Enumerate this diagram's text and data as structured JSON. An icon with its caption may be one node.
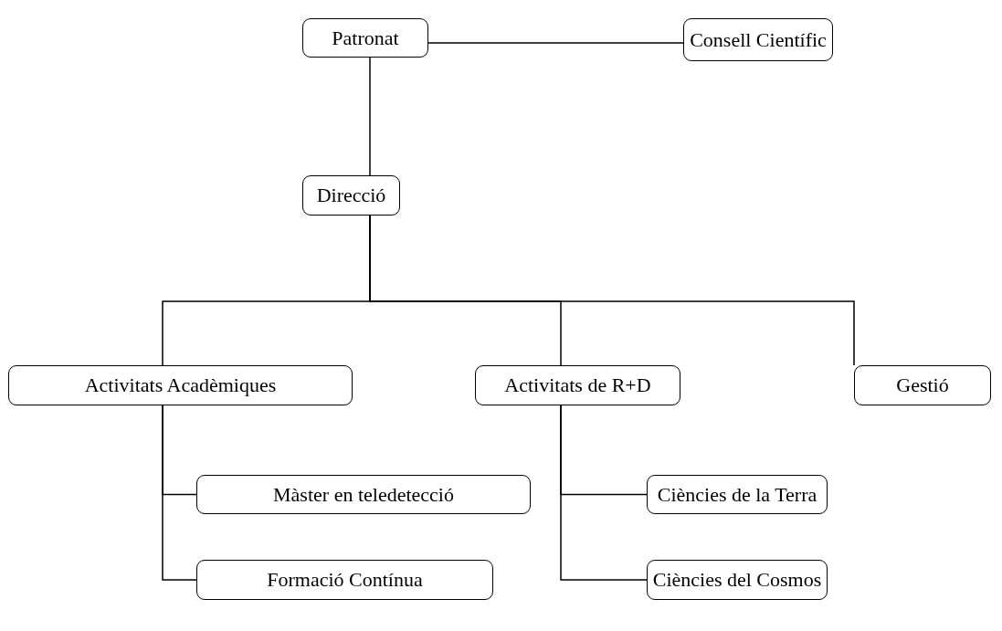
{
  "diagram": {
    "nodes": [
      {
        "text": [
          "Patronat"
        ]
      },
      {
        "text": [
          "Consell Científic"
        ]
      },
      {
        "text": [
          "Direcció"
        ]
      },
      {
        "text": [
          "Activitats Acadèmiques"
        ]
      },
      {
        "text": [
          "Activitats de R+D"
        ]
      },
      {
        "text": [
          "Gestió"
        ]
      },
      {
        "text": [
          "Màster en teledetecció"
        ]
      },
      {
        "text": [
          "Formació Contínua"
        ]
      },
      {
        "text": [
          "Ciències de la Terra"
        ]
      },
      {
        "text": [
          "Ciències del Cosmos"
        ]
      }
    ],
    "edges": [
      {
        "from": 0,
        "to": 1,
        "arrow": "none"
      },
      {
        "from": 0,
        "to": 2,
        "arrow": "none"
      },
      {
        "from": 2,
        "to": 3,
        "arrow": "none"
      },
      {
        "from": 2,
        "to": 4,
        "arrow": "none"
      },
      {
        "from": 2,
        "to": 5,
        "arrow": "none"
      },
      {
        "from": 3,
        "to": 6,
        "arrow": "none"
      },
      {
        "from": 3,
        "to": 7,
        "arrow": "none"
      },
      {
        "from": 4,
        "to": 8,
        "arrow": "none"
      },
      {
        "from": 4,
        "to": 9,
        "arrow": "none"
      }
    ]
  }
}
